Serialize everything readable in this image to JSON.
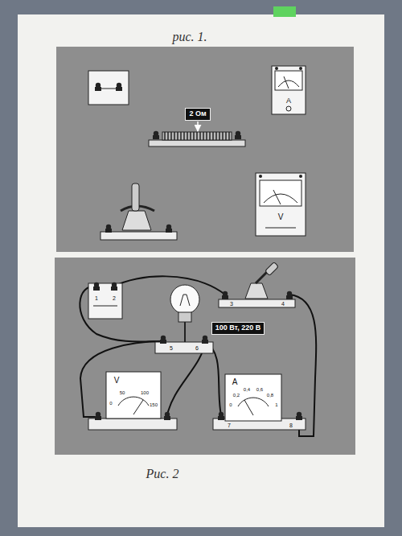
{
  "diagram": {
    "nodes": [
      {
        "text": [
          "2 Ом"
        ]
      },
      {
        "text": [
          "100 Вт, 220 В"
        ]
      }
    ],
    "labels": [
      "рис. 1.",
      "A",
      "V",
      "Рис. 2",
      "1",
      "2",
      "3",
      "4",
      "5",
      "6",
      "7",
      "8",
      "V",
      "0",
      "50",
      "100",
      "150",
      "A",
      "0",
      "0,2",
      "0,4",
      "0,6",
      "0,8",
      "1"
    ]
  }
}
